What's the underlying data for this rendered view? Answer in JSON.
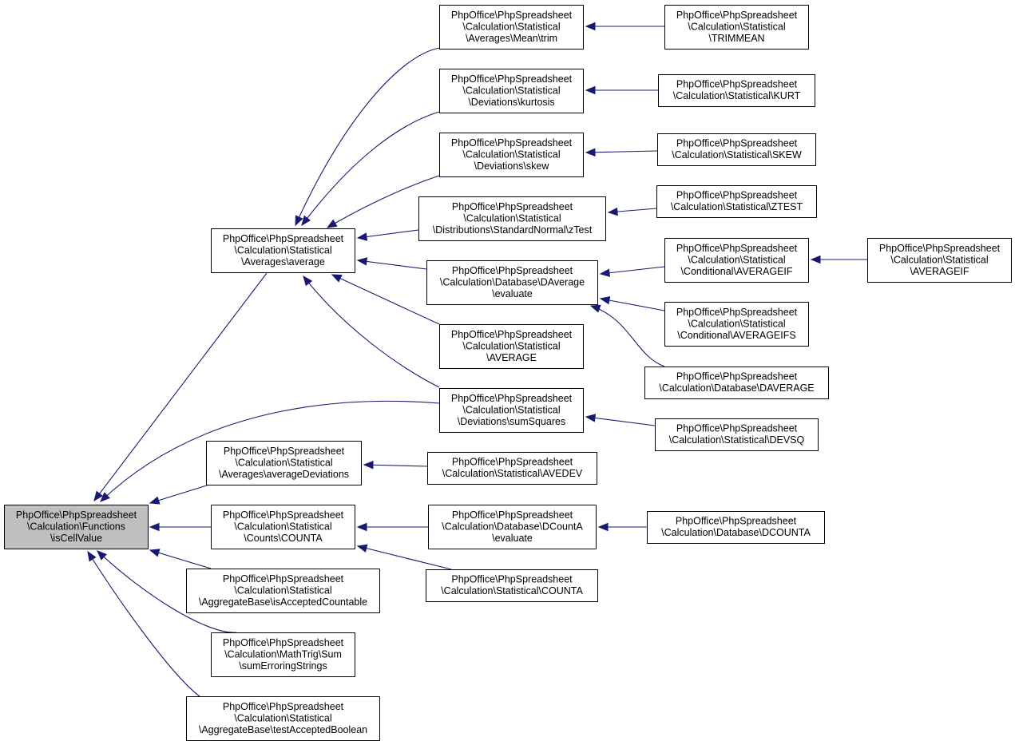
{
  "colors": {
    "edge": "#191970",
    "focus_fill": "#bfbfbf",
    "node_fill": "#ffffff",
    "border": "#000000"
  },
  "nodes": [
    {
      "id": "iscellvalue",
      "lines": [
        "PhpOffice\\PhpSpreadsheet",
        "\\Calculation\\Functions",
        "\\isCellValue"
      ],
      "focus": true
    },
    {
      "id": "averages-average",
      "lines": [
        "PhpOffice\\PhpSpreadsheet",
        "\\Calculation\\Statistical",
        "\\Averages\\average"
      ]
    },
    {
      "id": "averages-averagedeviations",
      "lines": [
        "PhpOffice\\PhpSpreadsheet",
        "\\Calculation\\Statistical",
        "\\Averages\\averageDeviations"
      ]
    },
    {
      "id": "counts-counta",
      "lines": [
        "PhpOffice\\PhpSpreadsheet",
        "\\Calculation\\Statistical",
        "\\Counts\\COUNTA"
      ]
    },
    {
      "id": "aggregatebase-isacceptedcountable",
      "lines": [
        "PhpOffice\\PhpSpreadsheet",
        "\\Calculation\\Statistical",
        "\\AggregateBase\\isAcceptedCountable"
      ]
    },
    {
      "id": "mathtrig-sum-sumerroringstrings",
      "lines": [
        "PhpOffice\\PhpSpreadsheet",
        "\\Calculation\\MathTrig\\Sum",
        "\\sumErroringStrings"
      ]
    },
    {
      "id": "aggregatebase-testacceptedboolean",
      "lines": [
        "PhpOffice\\PhpSpreadsheet",
        "\\Calculation\\Statistical",
        "\\AggregateBase\\testAcceptedBoolean"
      ]
    },
    {
      "id": "averages-mean-trim",
      "lines": [
        "PhpOffice\\PhpSpreadsheet",
        "\\Calculation\\Statistical",
        "\\Averages\\Mean\\trim"
      ]
    },
    {
      "id": "deviations-kurtosis",
      "lines": [
        "PhpOffice\\PhpSpreadsheet",
        "\\Calculation\\Statistical",
        "\\Deviations\\kurtosis"
      ]
    },
    {
      "id": "deviations-skew",
      "lines": [
        "PhpOffice\\PhpSpreadsheet",
        "\\Calculation\\Statistical",
        "\\Deviations\\skew"
      ]
    },
    {
      "id": "standardnormal-ztest",
      "lines": [
        "PhpOffice\\PhpSpreadsheet",
        "\\Calculation\\Statistical",
        "\\Distributions\\StandardNormal\\zTest"
      ]
    },
    {
      "id": "daverage-evaluate",
      "lines": [
        "PhpOffice\\PhpSpreadsheet",
        "\\Calculation\\Database\\DAverage",
        "\\evaluate"
      ]
    },
    {
      "id": "statistical-average",
      "lines": [
        "PhpOffice\\PhpSpreadsheet",
        "\\Calculation\\Statistical",
        "\\AVERAGE"
      ]
    },
    {
      "id": "deviations-sumsquares",
      "lines": [
        "PhpOffice\\PhpSpreadsheet",
        "\\Calculation\\Statistical",
        "\\Deviations\\sumSquares"
      ]
    },
    {
      "id": "statistical-avedev",
      "lines": [
        "PhpOffice\\PhpSpreadsheet",
        "\\Calculation\\Statistical\\AVEDEV"
      ]
    },
    {
      "id": "dcounta-evaluate",
      "lines": [
        "PhpOffice\\PhpSpreadsheet",
        "\\Calculation\\Database\\DCountA",
        "\\evaluate"
      ]
    },
    {
      "id": "statistical-counta",
      "lines": [
        "PhpOffice\\PhpSpreadsheet",
        "\\Calculation\\Statistical\\COUNTA"
      ]
    },
    {
      "id": "statistical-trimmean",
      "lines": [
        "PhpOffice\\PhpSpreadsheet",
        "\\Calculation\\Statistical",
        "\\TRIMMEAN"
      ]
    },
    {
      "id": "statistical-kurt",
      "lines": [
        "PhpOffice\\PhpSpreadsheet",
        "\\Calculation\\Statistical\\KURT"
      ]
    },
    {
      "id": "statistical-skew",
      "lines": [
        "PhpOffice\\PhpSpreadsheet",
        "\\Calculation\\Statistical\\SKEW"
      ]
    },
    {
      "id": "statistical-ztest",
      "lines": [
        "PhpOffice\\PhpSpreadsheet",
        "\\Calculation\\Statistical\\ZTEST"
      ]
    },
    {
      "id": "conditional-averageif",
      "lines": [
        "PhpOffice\\PhpSpreadsheet",
        "\\Calculation\\Statistical",
        "\\Conditional\\AVERAGEIF"
      ]
    },
    {
      "id": "conditional-averageifs",
      "lines": [
        "PhpOffice\\PhpSpreadsheet",
        "\\Calculation\\Statistical",
        "\\Conditional\\AVERAGEIFS"
      ]
    },
    {
      "id": "database-daverage",
      "lines": [
        "PhpOffice\\PhpSpreadsheet",
        "\\Calculation\\Database\\DAVERAGE"
      ]
    },
    {
      "id": "statistical-devsq",
      "lines": [
        "PhpOffice\\PhpSpreadsheet",
        "\\Calculation\\Statistical\\DEVSQ"
      ]
    },
    {
      "id": "database-dcounta",
      "lines": [
        "PhpOffice\\PhpSpreadsheet",
        "\\Calculation\\Database\\DCOUNTA"
      ]
    },
    {
      "id": "statistical-averageif",
      "lines": [
        "PhpOffice\\PhpSpreadsheet",
        "\\Calculation\\Statistical",
        "\\AVERAGEIF"
      ]
    }
  ],
  "edges": [
    {
      "from": "averages-average",
      "to": "iscellvalue"
    },
    {
      "from": "deviations-sumsquares",
      "to": "iscellvalue"
    },
    {
      "from": "averages-averagedeviations",
      "to": "iscellvalue"
    },
    {
      "from": "counts-counta",
      "to": "iscellvalue"
    },
    {
      "from": "aggregatebase-isacceptedcountable",
      "to": "iscellvalue"
    },
    {
      "from": "mathtrig-sum-sumerroringstrings",
      "to": "iscellvalue"
    },
    {
      "from": "aggregatebase-testacceptedboolean",
      "to": "iscellvalue"
    },
    {
      "from": "averages-mean-trim",
      "to": "averages-average"
    },
    {
      "from": "deviations-kurtosis",
      "to": "averages-average"
    },
    {
      "from": "deviations-skew",
      "to": "averages-average"
    },
    {
      "from": "standardnormal-ztest",
      "to": "averages-average"
    },
    {
      "from": "daverage-evaluate",
      "to": "averages-average"
    },
    {
      "from": "statistical-average",
      "to": "averages-average"
    },
    {
      "from": "deviations-sumsquares",
      "to": "averages-average"
    },
    {
      "from": "statistical-trimmean",
      "to": "averages-mean-trim"
    },
    {
      "from": "statistical-kurt",
      "to": "deviations-kurtosis"
    },
    {
      "from": "statistical-skew",
      "to": "deviations-skew"
    },
    {
      "from": "statistical-ztest",
      "to": "standardnormal-ztest"
    },
    {
      "from": "conditional-averageif",
      "to": "daverage-evaluate"
    },
    {
      "from": "conditional-averageifs",
      "to": "daverage-evaluate"
    },
    {
      "from": "database-daverage",
      "to": "daverage-evaluate"
    },
    {
      "from": "statistical-averageif",
      "to": "conditional-averageif"
    },
    {
      "from": "statistical-devsq",
      "to": "deviations-sumsquares"
    },
    {
      "from": "statistical-avedev",
      "to": "averages-averagedeviations"
    },
    {
      "from": "dcounta-evaluate",
      "to": "counts-counta"
    },
    {
      "from": "statistical-counta",
      "to": "counts-counta"
    },
    {
      "from": "database-dcounta",
      "to": "dcounta-evaluate"
    }
  ]
}
